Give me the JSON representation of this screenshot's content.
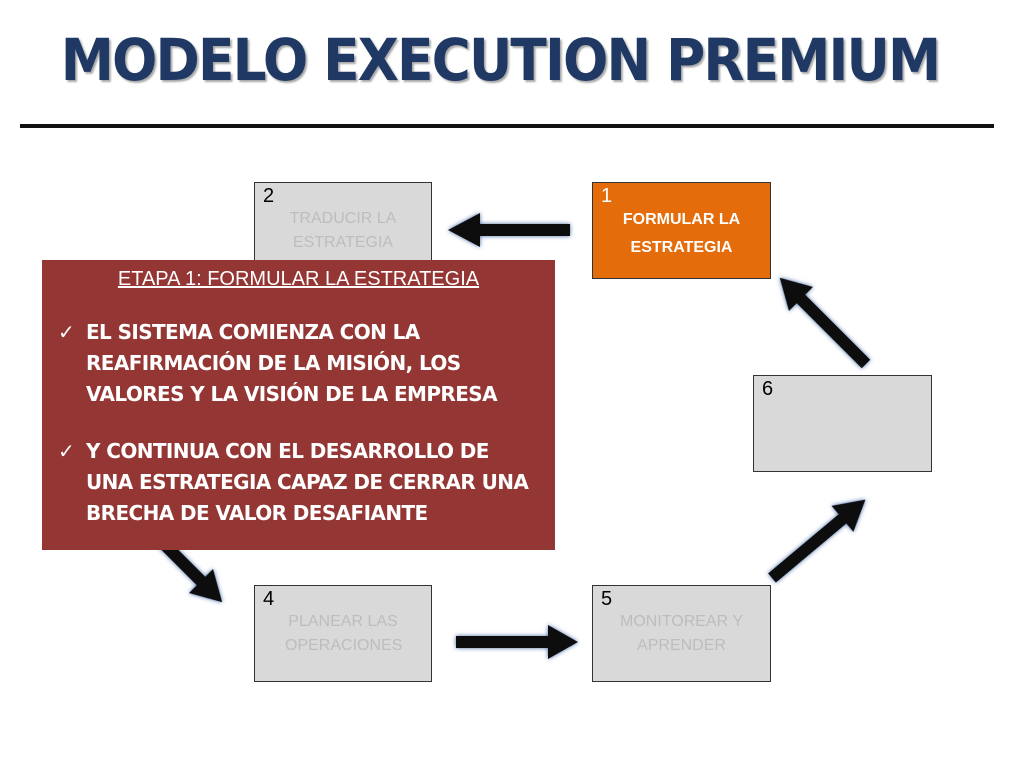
{
  "title": "MODELO EXECUTION PREMIUM",
  "boxes": [
    {
      "num": "1",
      "label": "FORMULAR LA ESTRATEGIA"
    },
    {
      "num": "2",
      "label": "TRADUCIR LA ESTRATEGIA"
    },
    {
      "num": "4",
      "label": "PLANEAR LAS OPERACIONES"
    },
    {
      "num": "5",
      "label": "MONITOREAR Y APRENDER"
    },
    {
      "num": "6",
      "label": ""
    }
  ],
  "popup": {
    "title": "ETAPA 1:  FORMULAR LA ESTRATEGIA",
    "items": [
      "EL SISTEMA COMIENZA CON LA REAFIRMACIÓN DE LA MISIÓN, LOS VALORES Y LA VISIÓN DE LA EMPRESA",
      "Y CONTINUA CON EL DESARROLLO DE UNA ESTRATEGIA CAPAZ DE CERRAR UNA BRECHA DE VALOR DESAFIANTE"
    ]
  },
  "colors": {
    "title": "#1f3864",
    "active_box": "#e46c0a",
    "inactive_box": "#d9d9d9",
    "popup": "#943634",
    "arrow": "#0d0d0d",
    "arrow_glow": "#1f3864"
  },
  "icons": {
    "bullet": "check-icon",
    "arrow": "arrow-icon"
  }
}
